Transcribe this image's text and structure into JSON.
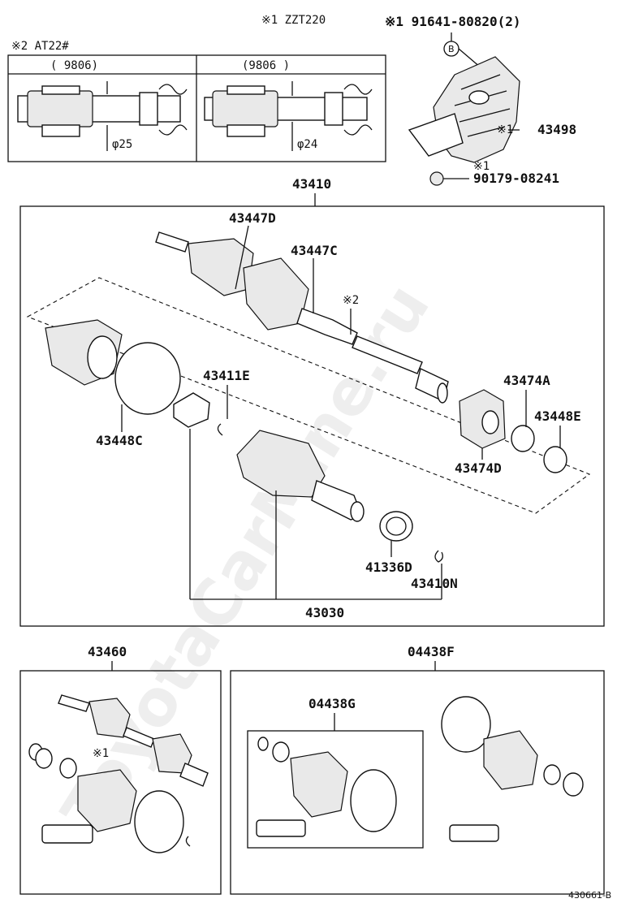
{
  "watermark": "ToyotaCarMine.ru",
  "header": {
    "model_note": "※1 ZZT220",
    "bolt_note": "※1 91641-80820(2)",
    "bolt_ref": "B"
  },
  "inset": {
    "title": "※2 AT22#",
    "left_range": "(      9806)",
    "right_range": "(9806      )",
    "left_dia": "φ25",
    "right_dia": "φ24"
  },
  "bracket": {
    "part": "43498",
    "part_mark": "※1",
    "nut": "90179-08241",
    "nut_mark": "※1"
  },
  "main": {
    "assembly": "43410",
    "p43447D": "43447D",
    "p43447C": "43447C",
    "mark2": "※2",
    "p43411E": "43411E",
    "p43474A": "43474A",
    "p43448E": "43448E",
    "p43448C": "43448C",
    "p43474D": "43474D",
    "p41336D": "41336D",
    "p43410N": "43410N",
    "p43030": "43030"
  },
  "kit_left": {
    "number": "43460",
    "mark": "※1"
  },
  "kit_right": {
    "number": "04438F",
    "sub": "04438G"
  },
  "footer": {
    "code": "430661-B"
  }
}
